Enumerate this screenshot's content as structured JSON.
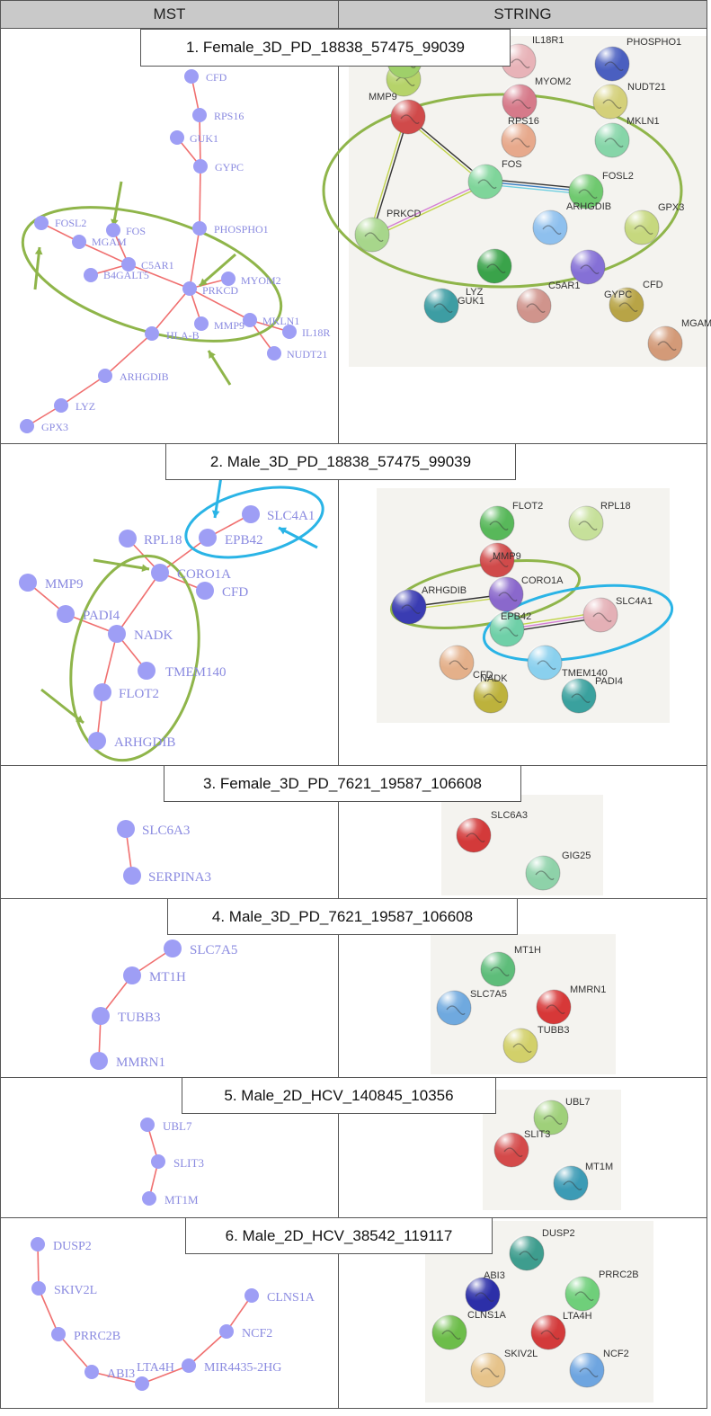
{
  "headers": {
    "left": "MST",
    "right": "STRING"
  },
  "colors": {
    "node": "#9e9ef5",
    "mst_label": "#8a8ae0",
    "mst_edge": "#f07070",
    "green_annot": "#8fb54a",
    "blue_annot": "#2ab4e6",
    "string_bg": "#f4f3ef"
  },
  "panels": [
    {
      "title": "1. Female_3D_PD_18838_57475_99039",
      "mst": {
        "nodes": [
          {
            "id": "CFD",
            "label": "CFD"
          },
          {
            "id": "RPS16",
            "label": "RPS16"
          },
          {
            "id": "GUK1",
            "label": "GUK1"
          },
          {
            "id": "GYPC",
            "label": "GYPC"
          },
          {
            "id": "PHOSPHO1",
            "label": "PHOSPHO1"
          },
          {
            "id": "FOSL2",
            "label": "FOSL2"
          },
          {
            "id": "FOS",
            "label": "FOS"
          },
          {
            "id": "MGAM",
            "label": "MGAM"
          },
          {
            "id": "C5AR1",
            "label": "C5AR1"
          },
          {
            "id": "B4GALT5",
            "label": "B4GALT5"
          },
          {
            "id": "PRKCD",
            "label": "PRKCD"
          },
          {
            "id": "MYOM2",
            "label": "MYOM2"
          },
          {
            "id": "MMP9",
            "label": "MMP9"
          },
          {
            "id": "MKLN1",
            "label": "MKLN1"
          },
          {
            "id": "IL18R",
            "label": "IL18R"
          },
          {
            "id": "NUDT21",
            "label": "NUDT21"
          },
          {
            "id": "HLA-B",
            "label": "HLA-B"
          },
          {
            "id": "ARHGDIB",
            "label": "ARHGDIB"
          },
          {
            "id": "LYZ",
            "label": "LYZ"
          },
          {
            "id": "GPX3",
            "label": "GPX3"
          }
        ]
      },
      "string": {
        "nodes": [
          {
            "id": "IL18R1",
            "label": "IL18R1"
          },
          {
            "id": "PHOSPHO1",
            "label": "PHOSPHO1"
          },
          {
            "id": "MYOM2",
            "label": "MYOM2"
          },
          {
            "id": "NUDT21",
            "label": "NUDT21"
          },
          {
            "id": "MMP9",
            "label": "MMP9"
          },
          {
            "id": "RPS16",
            "label": "RPS16"
          },
          {
            "id": "MKLN1",
            "label": "MKLN1"
          },
          {
            "id": "FOS",
            "label": "FOS"
          },
          {
            "id": "FOSL2",
            "label": "FOSL2"
          },
          {
            "id": "ARHGDIB",
            "label": "ARHGDIB"
          },
          {
            "id": "GPX3",
            "label": "GPX3"
          },
          {
            "id": "PRKCD",
            "label": "PRKCD"
          },
          {
            "id": "LYZ",
            "label": "LYZ"
          },
          {
            "id": "GYPC",
            "label": "GYPC"
          },
          {
            "id": "GUK1",
            "label": "GUK1"
          },
          {
            "id": "C5AR1",
            "label": "C5AR1"
          },
          {
            "id": "CFD",
            "label": "CFD"
          },
          {
            "id": "MGAM",
            "label": "MGAM"
          },
          {
            "id": "HLAB",
            "label": ""
          },
          {
            "id": "B4G",
            "label": ""
          }
        ]
      }
    },
    {
      "title": "2. Male_3D_PD_18838_57475_99039",
      "mst": {
        "nodes": [
          {
            "id": "SLC4A1",
            "label": "SLC4A1"
          },
          {
            "id": "RPL18",
            "label": "RPL18"
          },
          {
            "id": "EPB42",
            "label": "EPB42"
          },
          {
            "id": "CORO1A",
            "label": "CORO1A"
          },
          {
            "id": "MMP9",
            "label": "MMP9"
          },
          {
            "id": "CFD",
            "label": "CFD"
          },
          {
            "id": "PADI4",
            "label": "PADI4"
          },
          {
            "id": "NADK",
            "label": "NADK"
          },
          {
            "id": "TMEM140",
            "label": "TMEM140"
          },
          {
            "id": "FLOT2",
            "label": "FLOT2"
          },
          {
            "id": "ARHGDIB",
            "label": "ARHGDIB"
          }
        ]
      },
      "string": {
        "nodes": [
          {
            "id": "FLOT2",
            "label": "FLOT2"
          },
          {
            "id": "RPL18",
            "label": "RPL18"
          },
          {
            "id": "MMP9",
            "label": "MMP9"
          },
          {
            "id": "CORO1A",
            "label": "CORO1A"
          },
          {
            "id": "ARHGDIB",
            "label": "ARHGDIB"
          },
          {
            "id": "SLC4A1",
            "label": "SLC4A1"
          },
          {
            "id": "EPB42",
            "label": "EPB42"
          },
          {
            "id": "CFD",
            "label": "CFD"
          },
          {
            "id": "TMEM140",
            "label": "TMEM140"
          },
          {
            "id": "NADK",
            "label": "NADK"
          },
          {
            "id": "PADI4",
            "label": "PADI4"
          }
        ]
      }
    },
    {
      "title": "3. Female_3D_PD_7621_19587_106608",
      "mst": {
        "nodes": [
          {
            "id": "SLC6A3",
            "label": "SLC6A3"
          },
          {
            "id": "SERPINA3",
            "label": "SERPINA3"
          }
        ]
      },
      "string": {
        "nodes": [
          {
            "id": "SLC6A3",
            "label": "SLC6A3"
          },
          {
            "id": "GIG25",
            "label": "GIG25"
          }
        ]
      }
    },
    {
      "title": "4. Male_3D_PD_7621_19587_106608",
      "mst": {
        "nodes": [
          {
            "id": "SLC7A5",
            "label": "SLC7A5"
          },
          {
            "id": "MT1H",
            "label": "MT1H"
          },
          {
            "id": "TUBB3",
            "label": "TUBB3"
          },
          {
            "id": "MMRN1",
            "label": "MMRN1"
          }
        ]
      },
      "string": {
        "nodes": [
          {
            "id": "MT1H",
            "label": "MT1H"
          },
          {
            "id": "SLC7A5",
            "label": "SLC7A5"
          },
          {
            "id": "MMRN1",
            "label": "MMRN1"
          },
          {
            "id": "TUBB3",
            "label": "TUBB3"
          }
        ]
      }
    },
    {
      "title": "5. Male_2D_HCV_140845_10356",
      "mst": {
        "nodes": [
          {
            "id": "UBL7",
            "label": "UBL7"
          },
          {
            "id": "SLIT3",
            "label": "SLIT3"
          },
          {
            "id": "MT1M",
            "label": "MT1M"
          }
        ]
      },
      "string": {
        "nodes": [
          {
            "id": "UBL7",
            "label": "UBL7"
          },
          {
            "id": "SLIT3",
            "label": "SLIT3"
          },
          {
            "id": "MT1M",
            "label": "MT1M"
          }
        ]
      }
    },
    {
      "title": "6. Male_2D_HCV_38542_119117",
      "mst": {
        "nodes": [
          {
            "id": "DUSP2",
            "label": "DUSP2"
          },
          {
            "id": "SKIV2L",
            "label": "SKIV2L"
          },
          {
            "id": "PRRC2B",
            "label": "PRRC2B"
          },
          {
            "id": "ABI3",
            "label": "ABI3"
          },
          {
            "id": "LTA4H",
            "label": "LTA4H"
          },
          {
            "id": "MIR4435-2HG",
            "label": "MIR4435-2HG"
          },
          {
            "id": "NCF2",
            "label": "NCF2"
          },
          {
            "id": "CLNS1A",
            "label": "CLNS1A"
          }
        ]
      },
      "string": {
        "nodes": [
          {
            "id": "DUSP2",
            "label": "DUSP2"
          },
          {
            "id": "ABI3",
            "label": "ABI3"
          },
          {
            "id": "PRRC2B",
            "label": "PRRC2B"
          },
          {
            "id": "CLNS1A",
            "label": "CLNS1A"
          },
          {
            "id": "LTA4H",
            "label": "LTA4H"
          },
          {
            "id": "SKIV2L",
            "label": "SKIV2L"
          },
          {
            "id": "NCF2",
            "label": "NCF2"
          }
        ]
      }
    }
  ]
}
